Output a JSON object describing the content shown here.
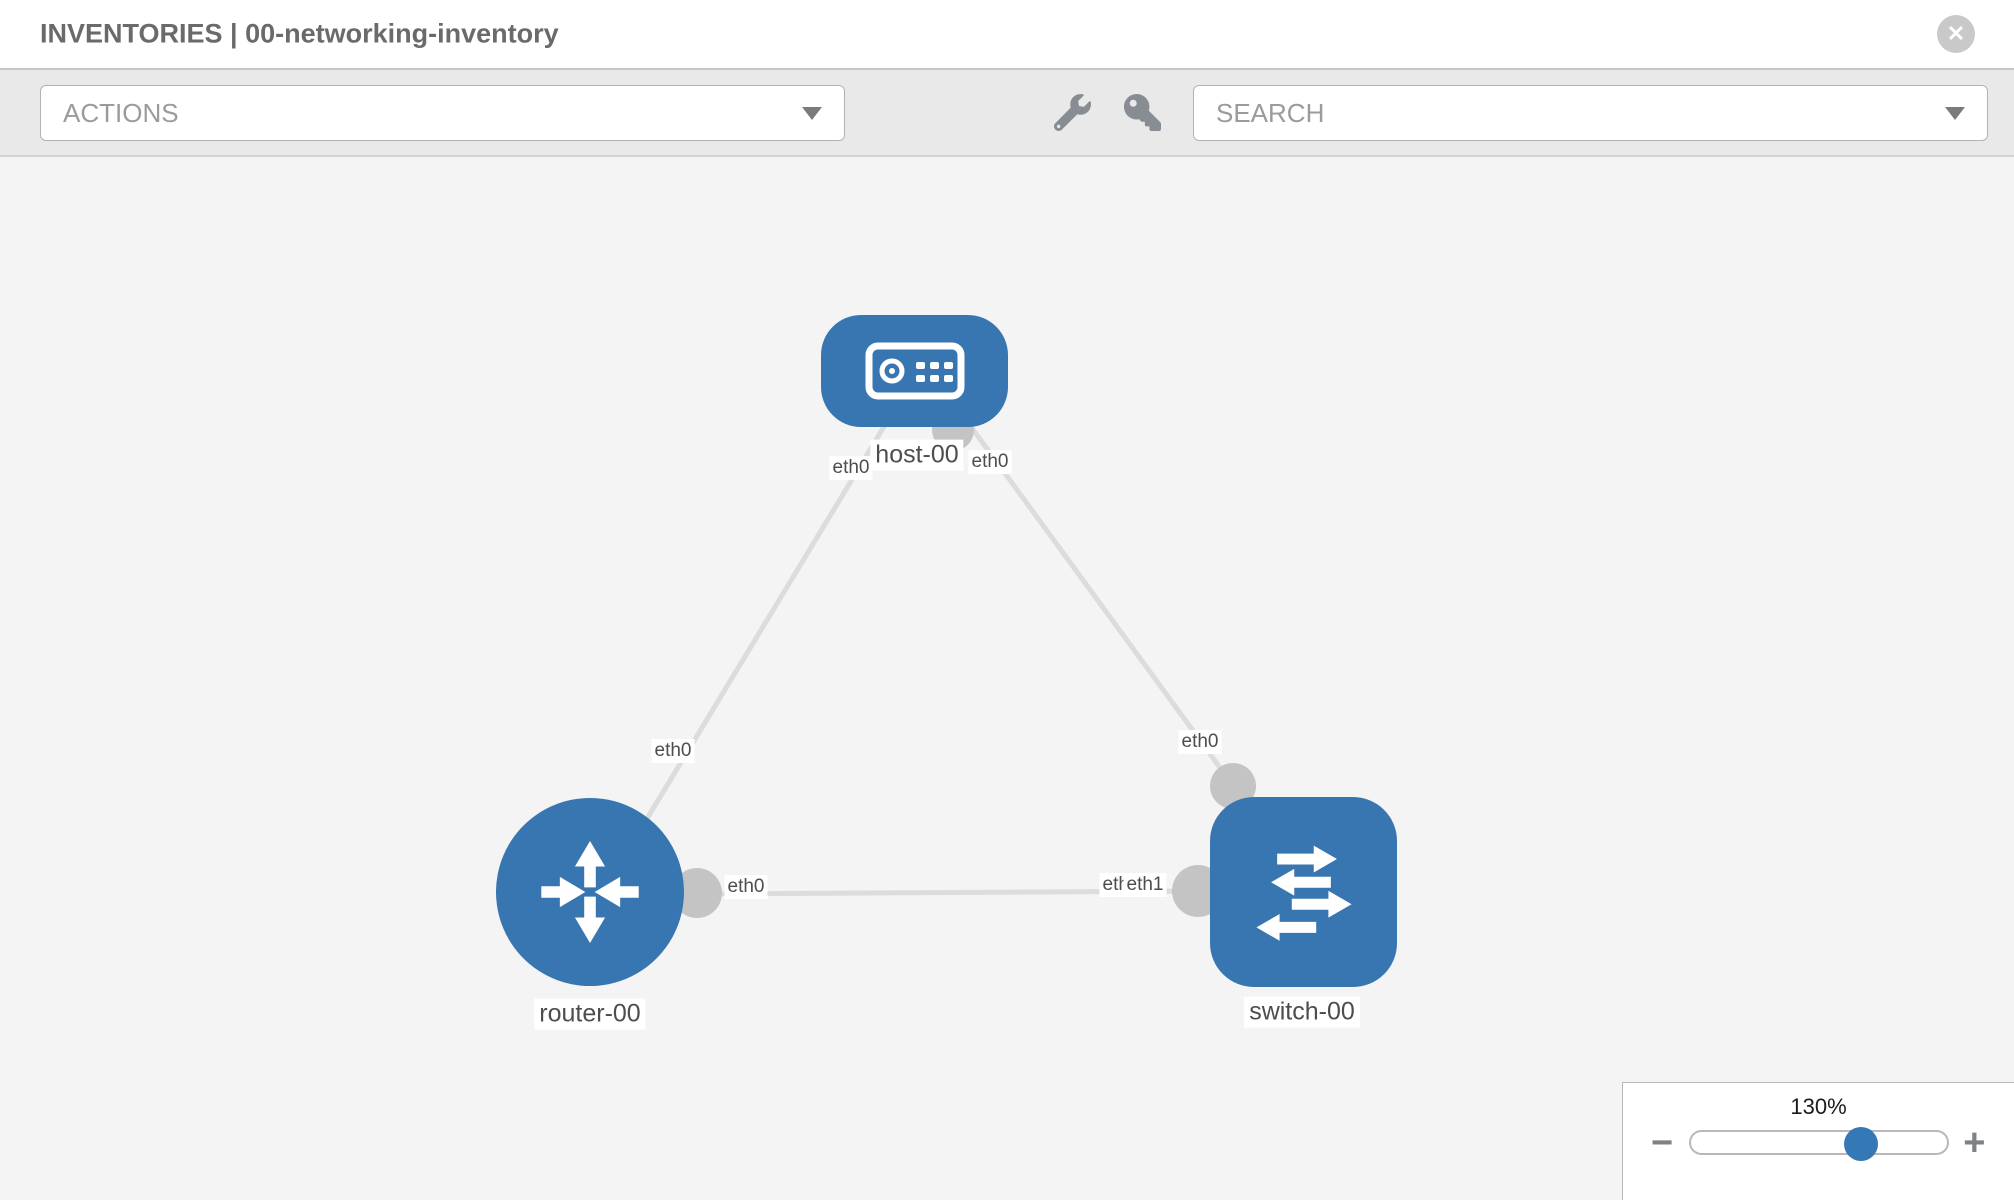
{
  "window": {
    "title": "INVENTORIES | 00-networking-inventory",
    "close_glyph": "✕"
  },
  "toolbar": {
    "actions": {
      "label": "ACTIONS"
    },
    "search": {
      "placeholder": "SEARCH"
    },
    "icons": [
      "wrench-icon",
      "key-icon"
    ]
  },
  "topology": {
    "nodes": [
      {
        "label": "host-00",
        "type": "host",
        "icon": "host-device-icon"
      },
      {
        "label": "router-00",
        "type": "router",
        "icon": "router-arrows-icon"
      },
      {
        "label": "switch-00",
        "type": "switch",
        "icon": "switch-arrows-icon"
      }
    ],
    "links": [
      {
        "source": "host-00",
        "target": "router-00",
        "source_interface": "eth0",
        "target_interface": "eth0"
      },
      {
        "source": "host-00",
        "target": "switch-00",
        "source_interface": "eth0",
        "target_interface": "eth0"
      },
      {
        "source": "router-00",
        "target": "switch-00",
        "source_interface": "eth0",
        "target_interface": "eth1"
      }
    ],
    "interface_labels": {
      "host_left": "eth0",
      "host_right": "eth0",
      "router_upper": "eth0",
      "switch_upper": "eth0",
      "router_right": "eth0",
      "switch_left_under": "eth0",
      "switch_left_over": "eth1"
    }
  },
  "zoom_control": {
    "value": "130%",
    "minus": "−",
    "plus": "+"
  },
  "colors": {
    "node_blue": "#3876b2",
    "slider_thumb_blue": "#3478b5",
    "link_gray": "#dcdcdc",
    "interface_dot_gray": "#c4c4c4",
    "canvas_bg": "#f4f4f4",
    "toolbar_bg": "#e9e9e9",
    "title_gray": "#6a6a6a"
  }
}
